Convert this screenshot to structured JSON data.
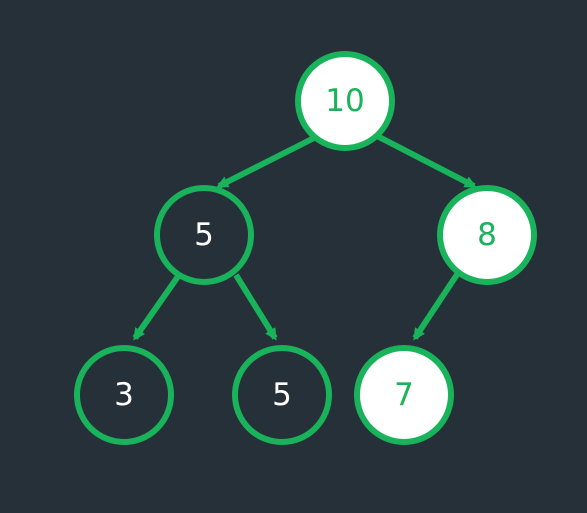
{
  "colors": {
    "background": "#263038",
    "accent": "#18b35a",
    "node_dark_fill": "#263038",
    "node_light_fill": "#ffffff",
    "text_on_dark": "#ffffff",
    "text_on_light": "#18b35a"
  },
  "tree": {
    "nodes": [
      {
        "id": "root",
        "label": "10",
        "style": "highlighted"
      },
      {
        "id": "left",
        "label": "5",
        "style": "normal"
      },
      {
        "id": "right",
        "label": "8",
        "style": "highlighted"
      },
      {
        "id": "left-left",
        "label": "3",
        "style": "normal"
      },
      {
        "id": "left-right",
        "label": "5",
        "style": "normal"
      },
      {
        "id": "right-left",
        "label": "7",
        "style": "highlighted"
      }
    ],
    "edges": [
      {
        "from": "root",
        "to": "left"
      },
      {
        "from": "root",
        "to": "right"
      },
      {
        "from": "left",
        "to": "left-left"
      },
      {
        "from": "left",
        "to": "left-right"
      },
      {
        "from": "right",
        "to": "right-left"
      }
    ]
  }
}
